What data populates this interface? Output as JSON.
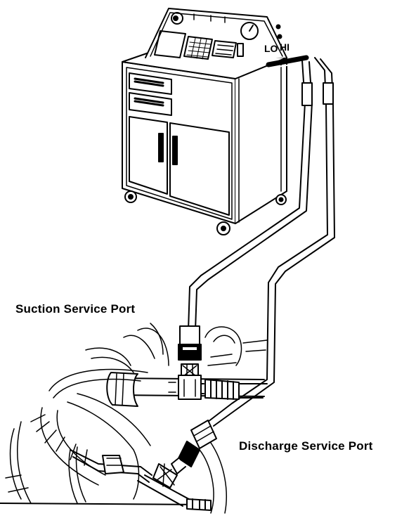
{
  "labels": {
    "suction": "Suction Service Port",
    "discharge": "Discharge Service Port",
    "lo": "LO",
    "hi": "HI"
  },
  "colors": {
    "ink": "#000000",
    "paper": "#ffffff"
  }
}
